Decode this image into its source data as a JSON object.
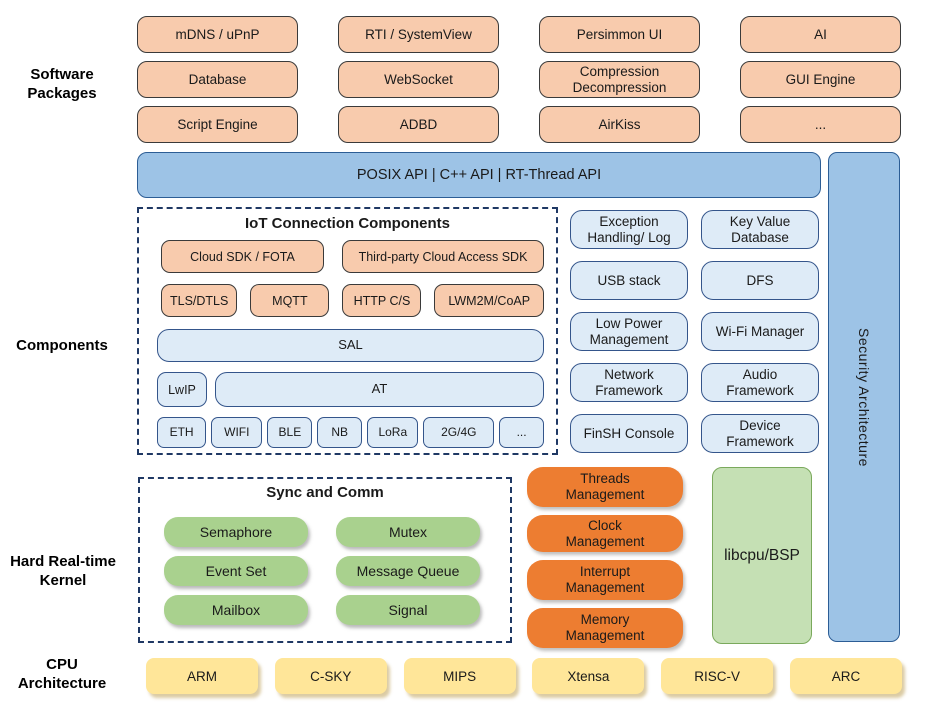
{
  "palette": {
    "peach_fill": "#F8CBAD",
    "blue_fill": "#9DC3E6",
    "blue_border": "#2C5D95",
    "lightblue_fill": "#DEEBF7",
    "lightblue_border": "#34558B",
    "dashed_border": "#1F3864",
    "green_pill_fill": "#A9D18E",
    "orange_pill_fill": "#ED7D31",
    "libcpu_fill": "#C5E0B4",
    "yellow_fill": "#FFE699"
  },
  "side_labels": {
    "software_packages": "Software Packages",
    "components": "Components",
    "kernel": "Hard Real-time Kernel",
    "cpu": "CPU Architecture"
  },
  "software_packages": {
    "items": [
      "mDNS / uPnP",
      "RTI / SystemView",
      "Persimmon UI",
      "AI",
      "Database",
      "WebSocket",
      "Compression Decompression",
      "GUI Engine",
      "Script Engine",
      "ADBD",
      "AirKiss",
      "..."
    ]
  },
  "api_bar": {
    "label": "POSIX API | C++ API | RT-Thread API"
  },
  "security_bar": {
    "label": "Security Architecture"
  },
  "iot": {
    "title": "IoT Connection Components",
    "cloud_row": [
      "Cloud SDK / FOTA",
      "Third-party Cloud Access SDK"
    ],
    "protocol_row": [
      "TLS/DTLS",
      "MQTT",
      "HTTP C/S",
      "LWM2M/CoAP"
    ],
    "sal": "SAL",
    "lwip": "LwIP",
    "at": "AT",
    "links": [
      "ETH",
      "WIFI",
      "BLE",
      "NB",
      "LoRa",
      "2G/4G",
      "..."
    ]
  },
  "components_right": {
    "items": [
      "Exception Handling/ Log",
      "Key Value Database",
      "USB stack",
      "DFS",
      "Low Power Management",
      "Wi-Fi Manager",
      "Network Framework",
      "Audio Framework",
      "FinSH Console",
      "Device Framework"
    ]
  },
  "kernel": {
    "sync_title": "Sync and Comm",
    "sync_items": [
      "Semaphore",
      "Mutex",
      "Event Set",
      "Message Queue",
      "Mailbox",
      "Signal"
    ],
    "mgmt_items": [
      "Threads Management",
      "Clock Management",
      "Interrupt Management",
      "Memory Management"
    ],
    "libcpu": "libcpu/BSP"
  },
  "cpu_row": {
    "items": [
      "ARM",
      "C-SKY",
      "MIPS",
      "Xtensa",
      "RISC-V",
      "ARC"
    ]
  }
}
